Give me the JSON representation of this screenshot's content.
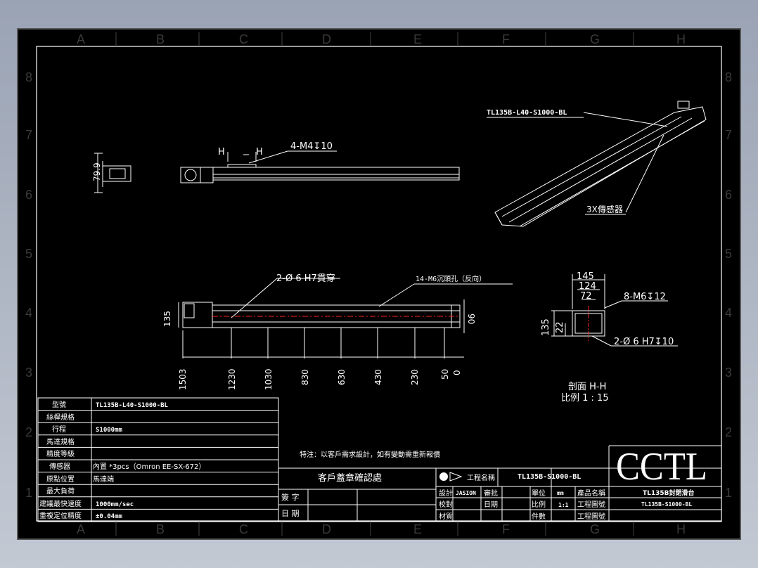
{
  "border": {
    "columns": [
      "A",
      "B",
      "C",
      "D",
      "E",
      "F",
      "G",
      "H"
    ],
    "rows": [
      "8",
      "7",
      "6",
      "5",
      "4",
      "3",
      "2",
      "1"
    ]
  },
  "views": {
    "side_view": {
      "label_79_9": "79.9",
      "section_mark_left": "H",
      "section_mark_right": "H",
      "callout_mounting": "4-M4↧10"
    },
    "iso_view": {
      "model_callout": "TL135B-L40-S1000-BL",
      "sensor_callout": "3X傳感器"
    },
    "top_view": {
      "callout_dowel": "2-Ø 6  H7貫穿",
      "callout_holes": "14-M6沉頭孔（反向）",
      "height_dim": "135",
      "right_dim": "90",
      "bottom_dims": [
        "1503",
        "1230",
        "1030",
        "830",
        "630",
        "430",
        "230",
        "50",
        "0"
      ]
    },
    "section_view": {
      "dim_145": "145",
      "dim_124": "124",
      "dim_72": "72",
      "dim_135": "135",
      "dim_22": "22",
      "callout_m6": "8-M6↧12",
      "callout_dowel": "2-Ø 6  H7↧10",
      "title": "剖面  H-H",
      "scale": "比例  1 : 15"
    }
  },
  "spec_table": {
    "rows": [
      {
        "label": "型號",
        "value": "TL135B-L40-S1000-BL"
      },
      {
        "label": "絲桿規格",
        "value": ""
      },
      {
        "label": "行程",
        "value": "S1000mm"
      },
      {
        "label": "馬達規格",
        "value": ""
      },
      {
        "label": "精度等級",
        "value": ""
      },
      {
        "label": "傳感器",
        "value": "內置 *3pcs（Omron EE-SX-672）"
      },
      {
        "label": "原點位置",
        "value": "馬達端"
      },
      {
        "label": "最大負荷",
        "value": ""
      },
      {
        "label": "建議最快速度",
        "value": "1000mm/sec"
      },
      {
        "label": "重複定位精度",
        "value": "±0.04mm"
      }
    ]
  },
  "note": "特注：以客戶需求設計，如有變動需重新報價",
  "confirm_block": {
    "title": "客戶蓋章確認處",
    "sign_label": "簽  字",
    "date_label": "日  期"
  },
  "title_block": {
    "project_label": "工程名稱",
    "project_value": "TL135B-S1000-BL",
    "design_label": "設計",
    "design_value": "JASION",
    "review_label": "審批",
    "check_label": "校對",
    "date_label": "日期",
    "material_label": "材質",
    "unit_label": "單位",
    "unit_value": "mm",
    "scale_label": "比例",
    "scale_value": "1:1",
    "qty_label": "件數",
    "product_label": "產品名稱",
    "drawing_no_label": "工程圖號",
    "drawing_rev_label": "工程圖號",
    "logo": "CCTL",
    "product_name": "TL135B封閉滑台",
    "drawing_no": "TL135B-S1000-BL"
  },
  "colors": {
    "background": "#000000",
    "lines": "#ffffff",
    "centerline": "#ff2020",
    "page": "#a7afbd"
  }
}
